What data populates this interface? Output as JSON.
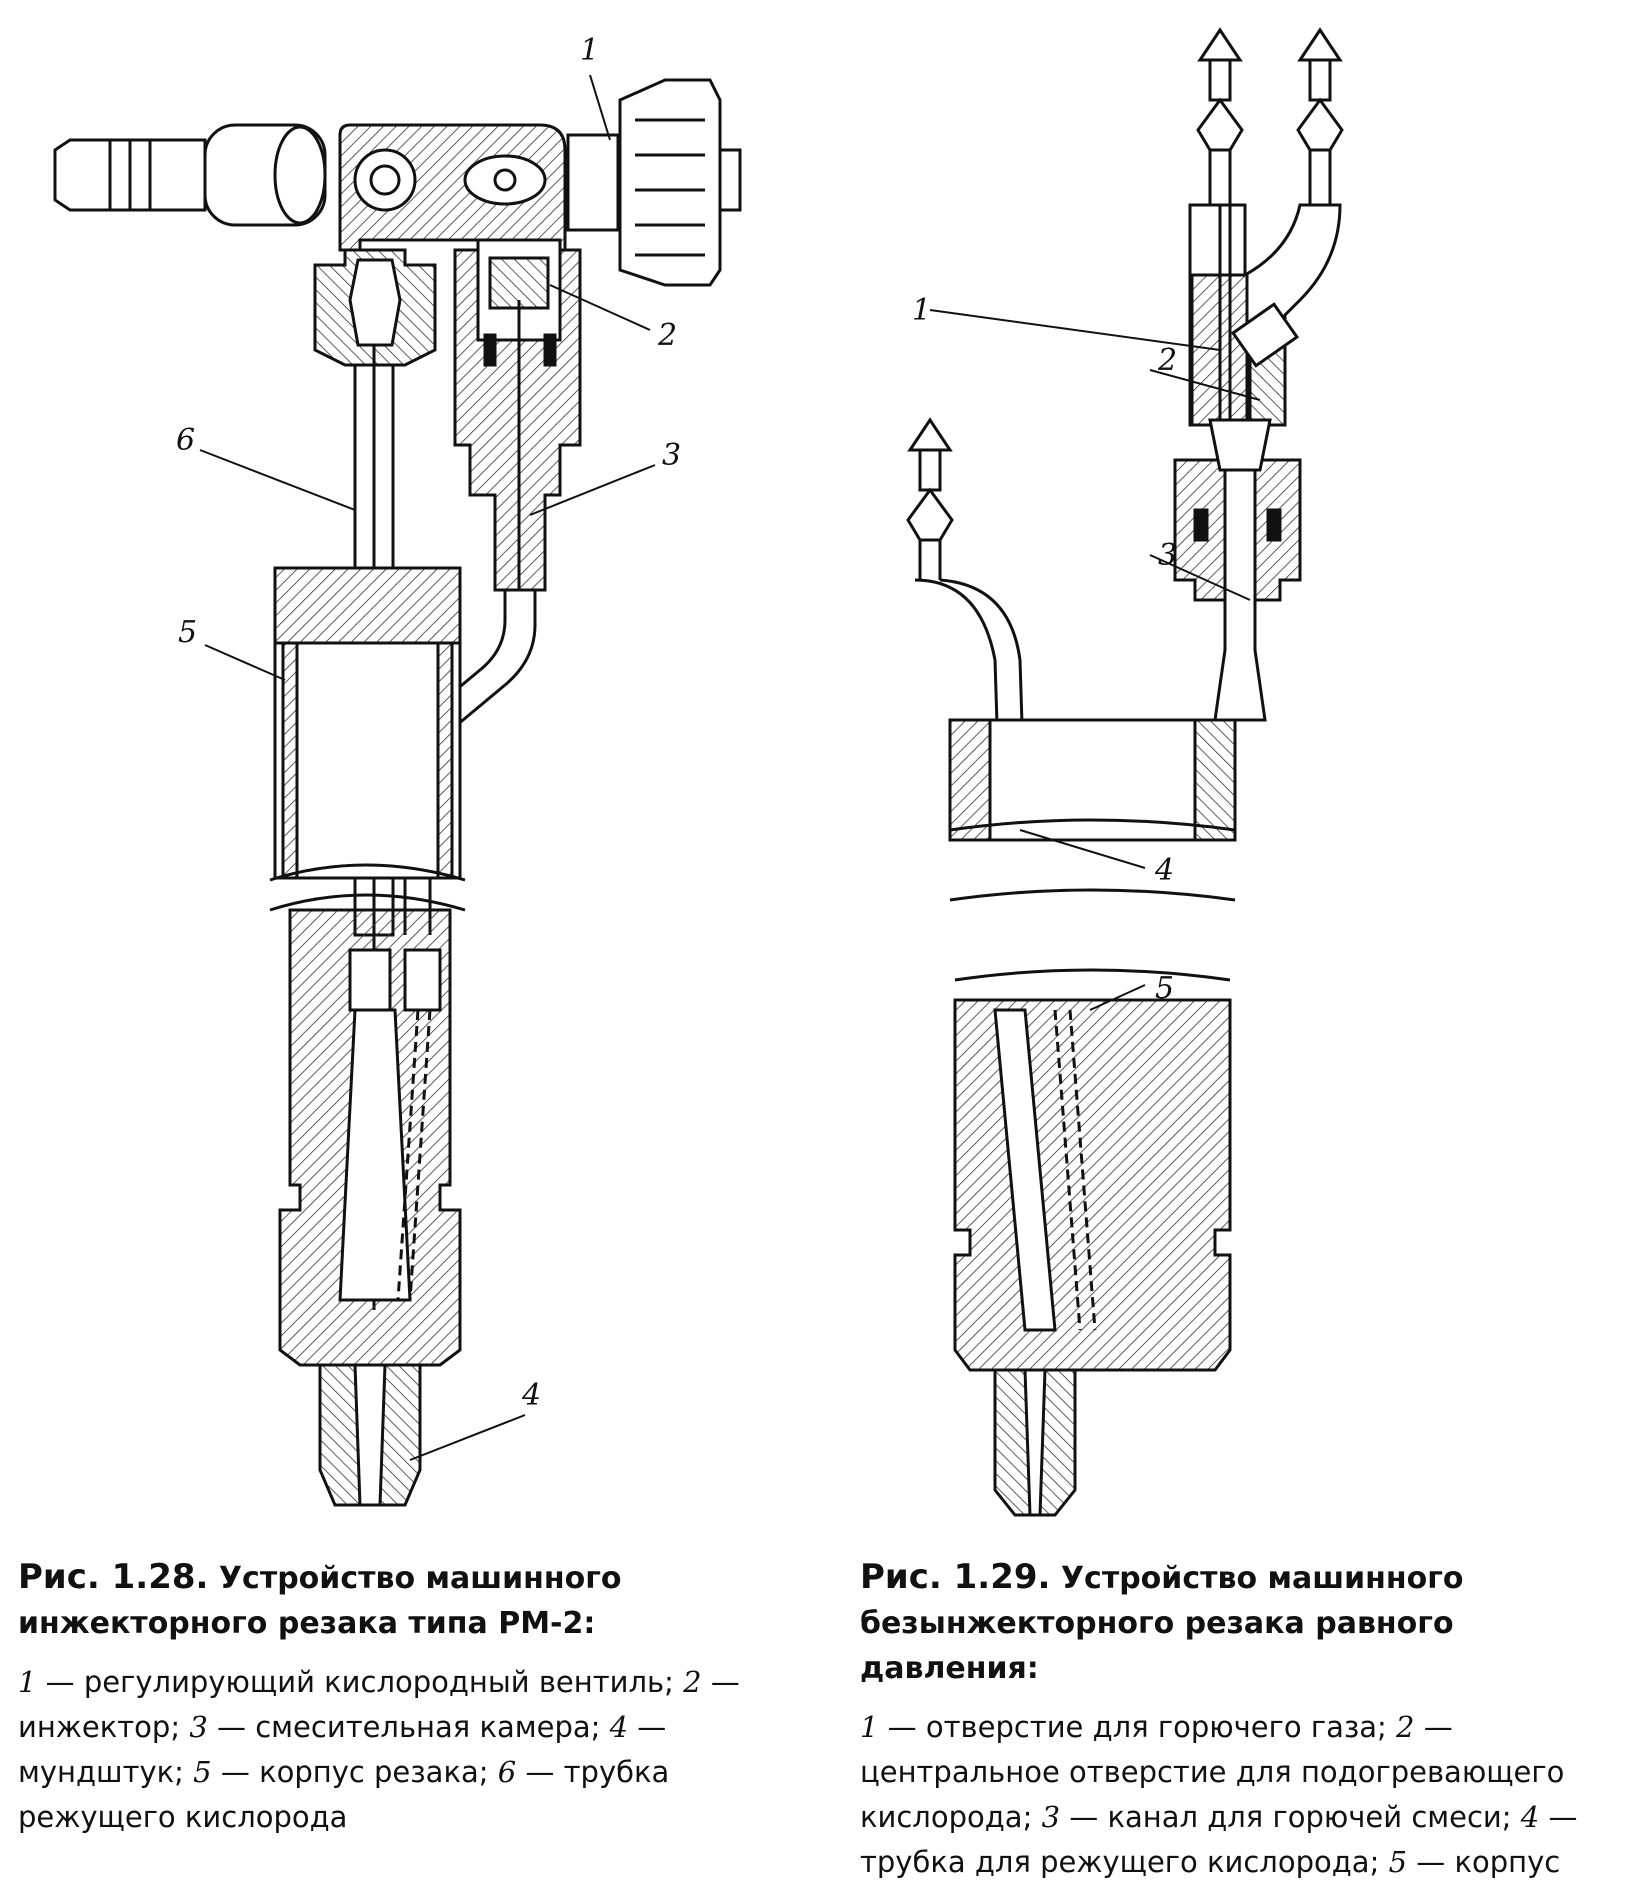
{
  "figure_left": {
    "labels": [
      "1",
      "2",
      "3",
      "4",
      "5",
      "6"
    ],
    "caption_number": "Рис. 1.28.",
    "caption_title": "Устройство машинного инжекторного резака типа РМ-2:",
    "legend": [
      {
        "num": "1",
        "text": "регулирующий кислородный вентиль"
      },
      {
        "num": "2",
        "text": "инжектор"
      },
      {
        "num": "3",
        "text": "смесительная камера"
      },
      {
        "num": "4",
        "text": "мундштук"
      },
      {
        "num": "5",
        "text": "корпус резака"
      },
      {
        "num": "6",
        "text": "трубка режущего кислорода"
      }
    ]
  },
  "figure_right": {
    "labels": [
      "1",
      "2",
      "3",
      "4",
      "5"
    ],
    "caption_number": "Рис. 1.29.",
    "caption_title": "Устройство машинного безынжекторного резака равного давления:",
    "legend": [
      {
        "num": "1",
        "text": "отверстие для горючего газа"
      },
      {
        "num": "2",
        "text": "центральное отверстие для подогревающего кислорода"
      },
      {
        "num": "3",
        "text": "канал для горючей смеси"
      },
      {
        "num": "4",
        "text": "трубка для режущего кислорода"
      },
      {
        "num": "5",
        "text": "корпус"
      }
    ]
  },
  "colors": {
    "ink": "#111111",
    "hatch": "#333333",
    "paper": "#ffffff"
  }
}
